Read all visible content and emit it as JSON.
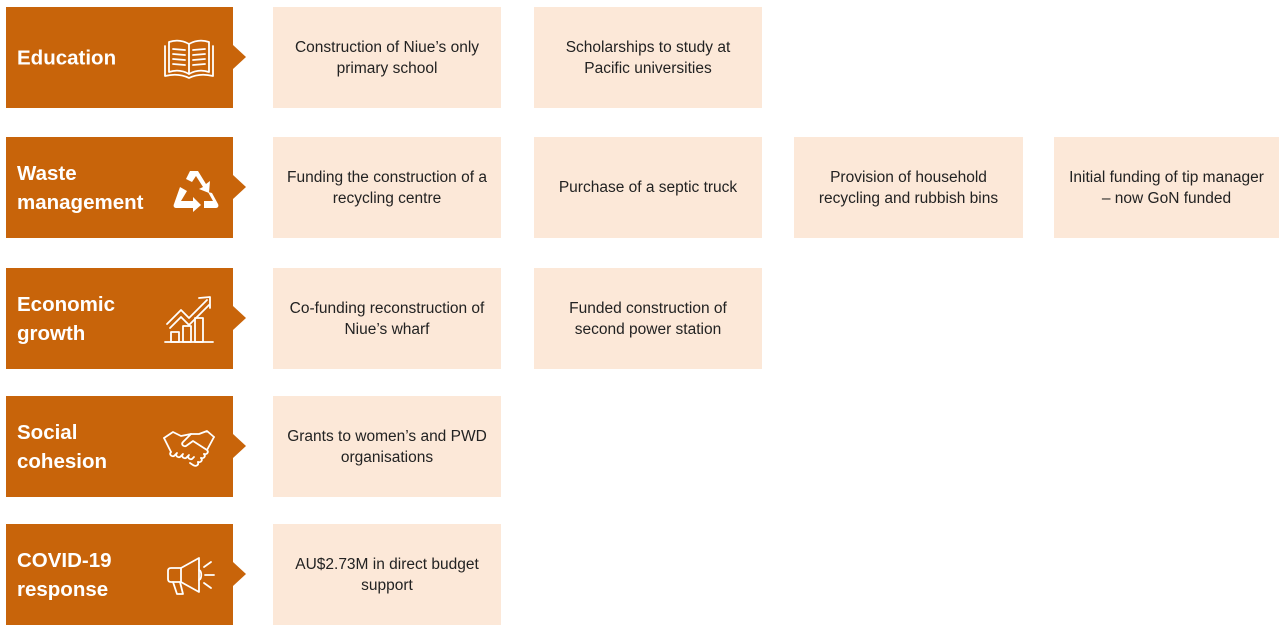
{
  "rows": [
    {
      "category": "Education",
      "icon": "open-book-icon",
      "items": [
        "Construction of Niue’s only primary school",
        "Scholarships to study at Pacific universities"
      ]
    },
    {
      "category": "Waste management",
      "icon": "recycle-icon",
      "items": [
        "Funding the construction of a recycling centre",
        "Purchase of a septic truck",
        "Provision of household recycling and rubbish bins",
        "Initial funding of tip manager – now GoN funded"
      ]
    },
    {
      "category": "Economic growth",
      "icon": "growth-chart-icon",
      "items": [
        "Co-funding reconstruction of Niue’s wharf",
        "Funded construction of second power station"
      ]
    },
    {
      "category": "Social cohesion",
      "icon": "handshake-icon",
      "items": [
        "Grants to women’s and PWD organisations"
      ]
    },
    {
      "category": "COVID-19 response",
      "icon": "megaphone-icon",
      "items": [
        "AU$2.73M in direct budget support"
      ]
    }
  ],
  "colors": {
    "category_bg": "#c8640a",
    "item_bg": "#fce8d8",
    "category_text": "#ffffff",
    "item_text": "#222222"
  }
}
